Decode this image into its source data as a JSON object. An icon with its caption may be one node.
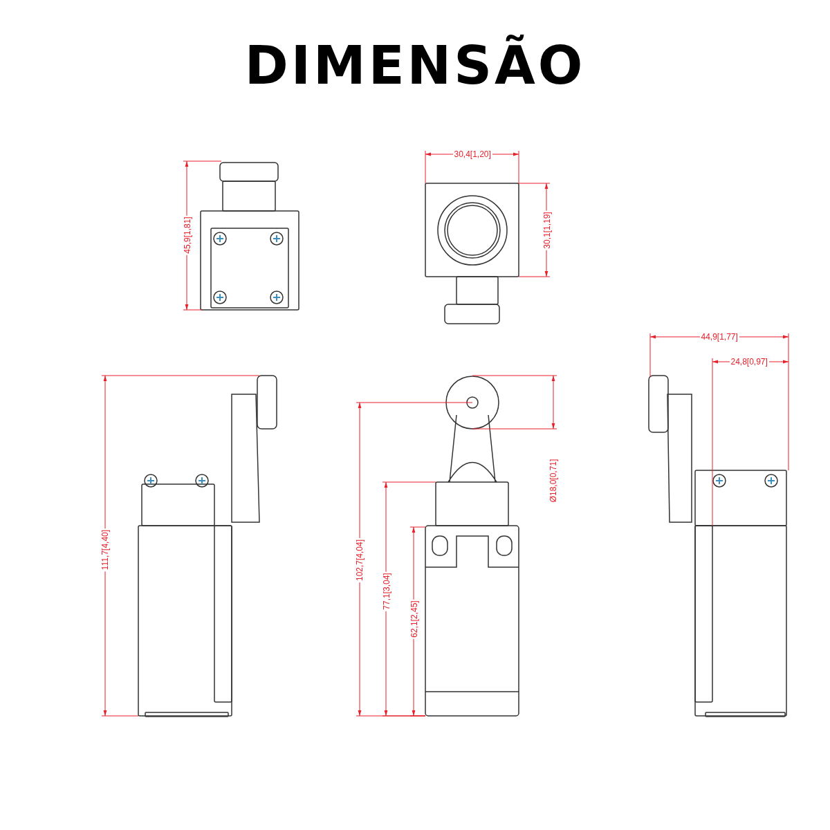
{
  "diagram": {
    "title": "DIMENSÃO",
    "labels": [
      "45,9[1,81]",
      "30,4[1,20]",
      "30,1[1,19]",
      "44,9[1,77]",
      "24,8[0,97]",
      "Ø18,0[0,71]",
      "111,7[4,40]",
      "102,7[4,04]",
      "77,1[3,04]",
      "62,1[2,45]"
    ]
  }
}
